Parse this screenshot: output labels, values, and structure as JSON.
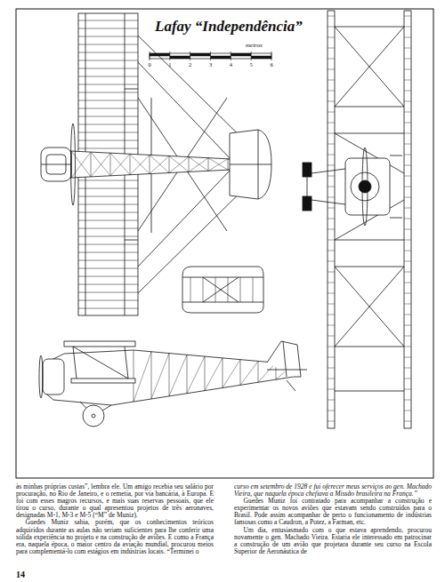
{
  "diagram": {
    "title": "Lafay “Independência”",
    "labels": [
      "metros",
      "0",
      "1",
      "2",
      "3",
      "4",
      "5",
      "6",
      "às minhas próprias custas”, lembra ele. Um amigo recebia seu salário por procuração, no Rio de Janeiro, e o remetia, por via bancária, à Europa. E foi com esses magros recursos, e mais suas reservas pessoais, que ele tirou o curso, durante o qual apresentou projetos de três aeronaves, designadas M-1, M-3 e M-5 (“M” de Muniz).",
      "Guedes Muniz sabia, porém, que os conhecimentos teóricos adquiridos durante as aulas não seriam suficientes para lhe conferir uma sólida experiência no projeto e na construção de aviões. E como a França era, naquela época, o maior centro da aviação mundial, procurou meios para complementá-lo com estágios em indústrias locais. “Terminei o",
      "curso em setembro de 1928 e fui oferecer meus serviços ao gen. Machado Vieira, que naquela época chefiava a Missão brasileira na França.”",
      "Guedes Muniz foi contratado para acompanhar a construção e experimentar os novos aviões que estavam sendo construídos para o Brasil. Pode assim acompanhar de perto o funcionamento de indústrias famosas como a Caudron, a Potez, a Farman, etc.",
      "Um dia, entusiasmado com o que estava aprendendo, procurou novamente o gen. Machado Vieira. Estaria ele interessado em patrocinar a construção de um avião que projetara durante seu curso na Escola Superior de Aeronáutica de",
      "14"
    ]
  }
}
